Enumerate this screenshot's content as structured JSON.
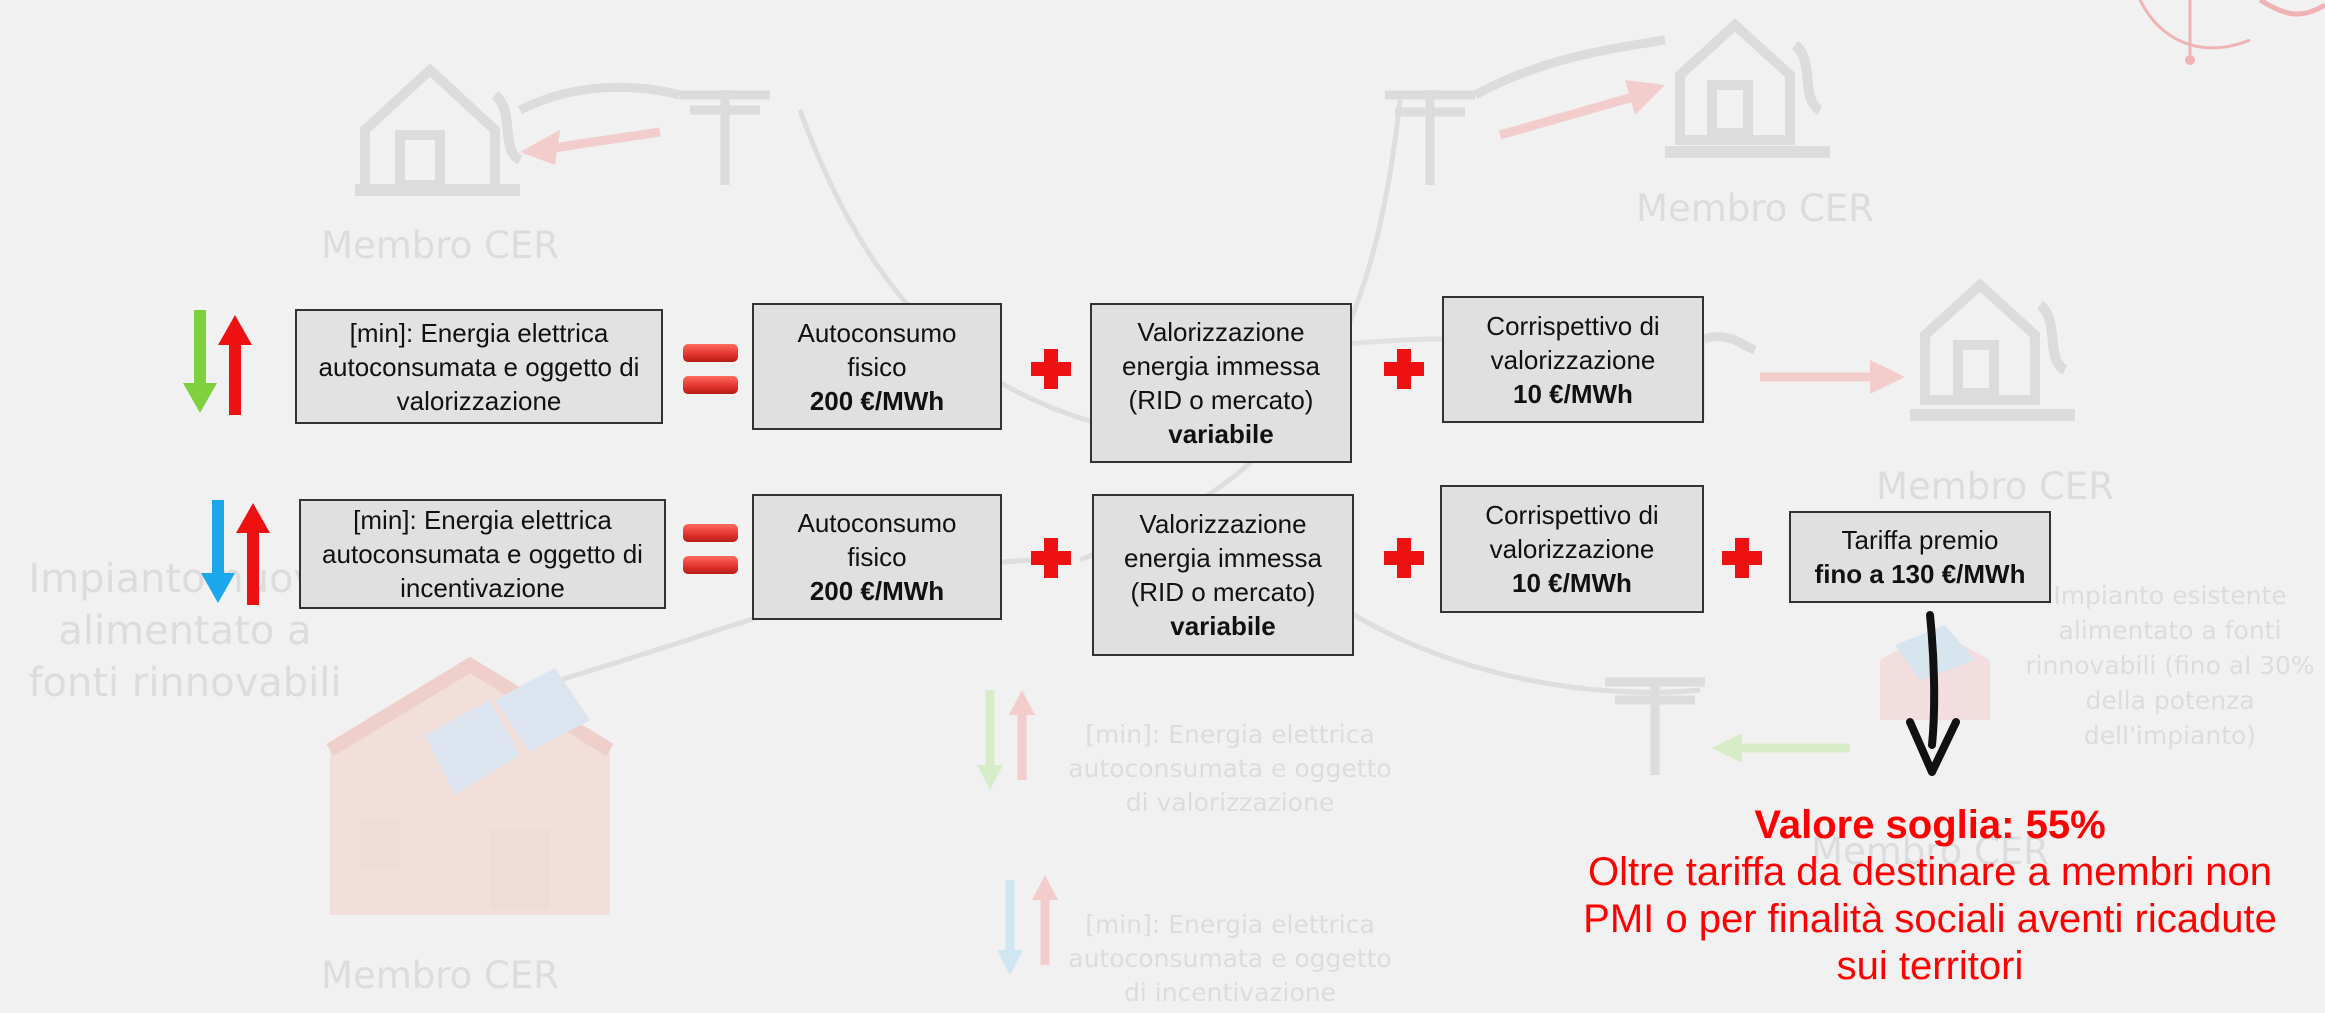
{
  "background": {
    "member_labels": [
      "Membro CER",
      "Membro CER",
      "Membro CER",
      "Membro CER",
      "Membro CER"
    ],
    "new_plant_label": "Impianto nuovo alimentato a fonti rinnovabili",
    "existing_plant_label": "Impianto esistente alimentato a fonti rinnovabili (fino al 30% della potenza dell'impianto)",
    "ghost_row1": "[min]: Energia elettrica autoconsumata e oggetto di valorizzazione",
    "ghost_row2": "[min]: Energia elettrica autoconsumata e oggetto di incentivazione"
  },
  "rows": [
    {
      "label": "[min]: Energia elettrica autoconsumata e oggetto di valorizzazione",
      "arrow_down_color": "#7ed13c",
      "terms": [
        {
          "text": "Autoconsumo fisico",
          "value": "200 €/MWh"
        },
        {
          "text": "Valorizzazione energia immessa (RID o mercato)",
          "value": "variabile"
        },
        {
          "text": "Corrispettivo di valorizzazione",
          "value": "10 €/MWh"
        }
      ]
    },
    {
      "label": "[min]: Energia elettrica autoconsumata e oggetto di incentivazione",
      "arrow_down_color": "#1aa7ec",
      "terms": [
        {
          "text": "Autoconsumo fisico",
          "value": "200 €/MWh"
        },
        {
          "text": "Valorizzazione energia immessa (RID o mercato)",
          "value": "variabile"
        },
        {
          "text": "Corrispettivo di valorizzazione",
          "value": "10 €/MWh"
        },
        {
          "text": "Tariffa premio",
          "value": "fino a 130 €/MWh"
        }
      ]
    }
  ],
  "conclusion": {
    "title": "Valore soglia: 55%",
    "body": "Oltre tariffa da destinare a membri non PMI o per finalità sociali aventi ricadute sui territori"
  },
  "colors": {
    "accent_red": "#ff0000",
    "up_arrow": "#ee1111",
    "box_fill": "#e0e0e0"
  }
}
